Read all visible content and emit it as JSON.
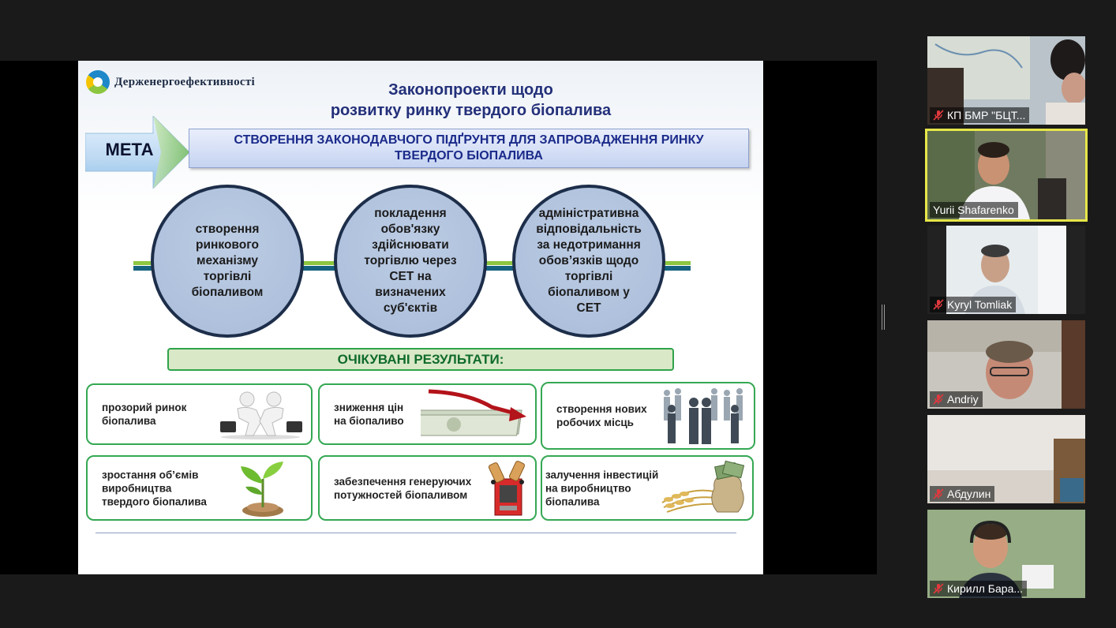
{
  "slide": {
    "logo_text": "Держенергоефективності",
    "title_line1": "Законопроекти щодо",
    "title_line2": "розвитку ринку твердого біопалива",
    "meta_label": "МЕТА",
    "goal_text": "СТВОРЕННЯ ЗАКОНОДАВЧОГО ПІДҐРУНТЯ ДЛЯ ЗАПРОВАДЖЕННЯ РИНКУ ТВЕРДОГО БІОПАЛИВА",
    "circles": [
      "створення ринкового механізму торгівлі біопаливом",
      "покладення обов'язку здійснювати торгівлю через СЕТ на визначених суб'єктів",
      "адміністративна відповідальність за недотримання обов’язків щодо торгівлі біопаливом у СЕТ"
    ],
    "results_header": "ОЧІКУВАНІ РЕЗУЛЬТАТИ:",
    "results": [
      "прозорий  ринок\nбіопалива",
      "зниження цін\nна біопаливо",
      "створення нових\nробочих місць",
      "зростання об’ємів\nвиробництва\nтвердого біопалива",
      "забезпечення генеруючих\nпотужностей біопаливом",
      "залучення інвестицій\nна виробництво\nбіопалива"
    ]
  },
  "participants": [
    {
      "name": "КП БМР \"БЦТ...",
      "muted": true,
      "active": false
    },
    {
      "name": "Yurii Shafarenko",
      "muted": false,
      "active": true
    },
    {
      "name": "Kyryl Tomliak",
      "muted": true,
      "active": false
    },
    {
      "name": "Andriy",
      "muted": true,
      "active": false
    },
    {
      "name": "Абдулин",
      "muted": true,
      "active": false
    },
    {
      "name": "Кирилл Бара...",
      "muted": true,
      "active": false
    }
  ],
  "colors": {
    "title": "#23307a",
    "goal_text": "#1a2a8a",
    "results_header": "#0f6b2a",
    "box_border": "#35a853",
    "active_speaker": "#e6e64a",
    "mic_off": "#e0393e"
  },
  "icons": [
    "mic-off-icon",
    "panel-resize-handle-icon",
    "logo-mark-icon"
  ]
}
